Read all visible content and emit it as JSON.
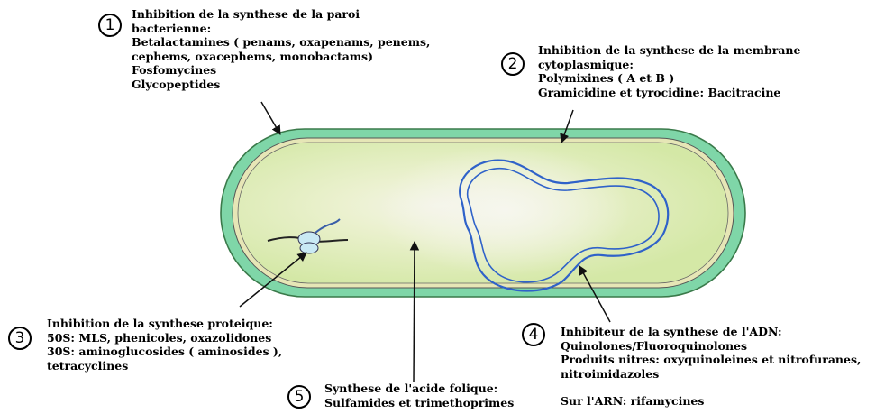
{
  "colors": {
    "wall": "#7fd6a8",
    "wall_edge": "#3a7a4a",
    "membrane": "#e6e6b6",
    "cytoplasm": "#d9ebb0",
    "nucleoid_center": "#f2f2e4",
    "dna": "#2f62c9",
    "ribosome": "#c9e9f4"
  },
  "items": [
    {
      "number": "1",
      "lines": [
        "Inhibition de la synthese de la paroi",
        "bacterienne:",
        "Betalactamines ( penams, oxapenams, penems,",
        "cephems, oxacephems, monobactams)",
        "Fosfomycines",
        "Glycopeptides"
      ]
    },
    {
      "number": "2",
      "lines": [
        "Inhibition de la synthese de la membrane",
        "cytoplasmique:",
        "Polymixines ( A et B )",
        "Gramicidine et tyrocidine: Bacitracine"
      ]
    },
    {
      "number": "3",
      "lines": [
        "Inhibition de la synthese proteique:",
        "50S: MLS, phenicoles, oxazolidones",
        "30S: aminoglucosides ( aminosides ),",
        "tetracyclines"
      ]
    },
    {
      "number": "4",
      "lines": [
        "Inhibiteur de la synthese de l'ADN:",
        "Quinolones/Fluoroquinolones",
        "Produits nitres: oxyquinoleines et nitrofuranes,",
        "nitroimidazoles"
      ],
      "extra": "Sur l'ARN: rifamycines"
    },
    {
      "number": "5",
      "lines": [
        "Synthese de l'acide folique:",
        "Sulfamides et trimethoprimes"
      ]
    }
  ]
}
